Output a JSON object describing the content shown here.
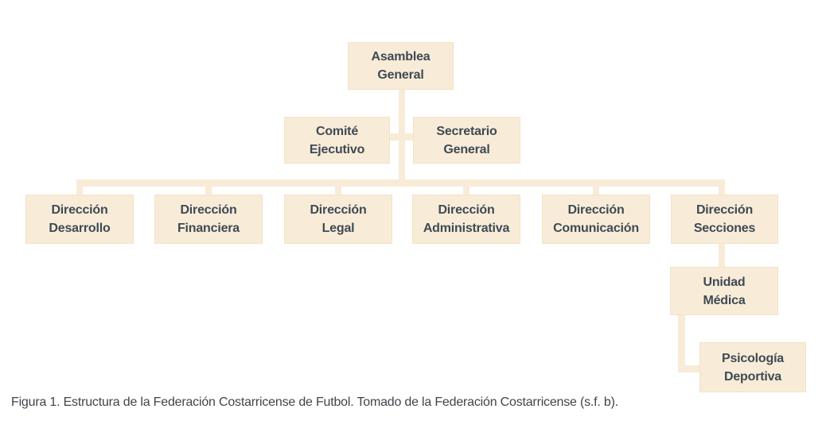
{
  "diagram": {
    "type": "org-chart",
    "title": "Estructura de la Federación Costarricense de Futbol",
    "nodes": [
      {
        "id": "asamblea-general",
        "lines": [
          "Asamblea",
          "General"
        ],
        "parent": null
      },
      {
        "id": "comite-ejecutivo",
        "lines": [
          "Comité",
          "Ejecutivo"
        ],
        "parent": "asamblea-general"
      },
      {
        "id": "secretario-general",
        "lines": [
          "Secretario",
          "General"
        ],
        "parent": "asamblea-general"
      },
      {
        "id": "direccion-desarrollo",
        "lines": [
          "Dirección",
          "Desarrollo"
        ],
        "parent": "asamblea-general"
      },
      {
        "id": "direccion-financiera",
        "lines": [
          "Dirección",
          "Financiera"
        ],
        "parent": "asamblea-general"
      },
      {
        "id": "direccion-legal",
        "lines": [
          "Dirección",
          "Legal"
        ],
        "parent": "asamblea-general"
      },
      {
        "id": "direccion-administrativa",
        "lines": [
          "Dirección",
          "Administrativa"
        ],
        "parent": "asamblea-general"
      },
      {
        "id": "direccion-comunicacion",
        "lines": [
          "Dirección",
          "Comunicación"
        ],
        "parent": "asamblea-general"
      },
      {
        "id": "direccion-secciones",
        "lines": [
          "Dirección",
          "Secciones"
        ],
        "parent": "asamblea-general"
      },
      {
        "id": "unidad-medica",
        "lines": [
          "Unidad",
          "Médica"
        ],
        "parent": "direccion-secciones"
      },
      {
        "id": "psicologia-deportiva",
        "lines": [
          "Psicología",
          "Deportiva"
        ],
        "parent": "unidad-medica"
      }
    ],
    "caption": "Figura 1. Estructura de la Federación Costarricense de Futbol. Tomado de la Federación Costarricense (s.f. b)."
  },
  "colors": {
    "box_fill": "#f8ecd8",
    "box_border": "#f3e2c6",
    "connector": "#f8ecd8",
    "node_text": "#3e4a54",
    "caption_text": "#404449",
    "background": "#ffffff"
  }
}
